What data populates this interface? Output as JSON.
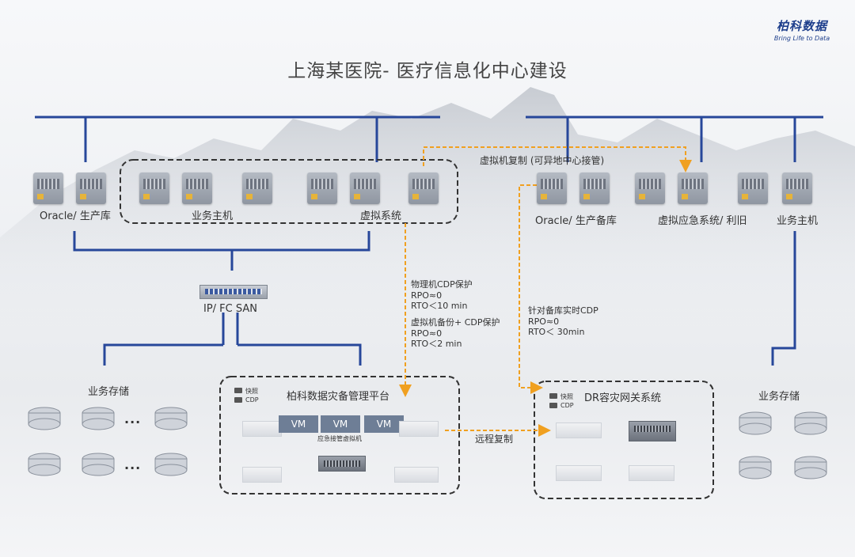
{
  "brand": {
    "name_cn": "柏科数据",
    "slogan": "Bring Life to Data"
  },
  "title": "上海某医院- 医疗信息化中心建设",
  "left_site": {
    "oracle_label": "Oracle/ 生产库",
    "business_host_label": "业务主机",
    "virtual_system_label": "虚拟系统",
    "san_label": "IP/ FC SAN",
    "storage_label": "业务存储"
  },
  "right_site": {
    "oracle_label": "Oracle/ 生产备库",
    "virtual_emergency_label": "虚拟应急系统/ 利旧",
    "business_host_label": "业务主机",
    "storage_label": "业务存储"
  },
  "annotations": {
    "vm_replication": "虚拟机复制 (可异地中心接管)",
    "physical_cdp": "物理机CDP保护\nRPO≈0\nRTO＜10 min",
    "vm_backup_cdp": "虚拟机备份+ CDP保护\nRPO≈0\nRTO＜2 min",
    "standby_cdp": "针对备库实时CDP\nRPO≈0\nRTO＜ 30min",
    "remote_replication": "远程复制"
  },
  "platform": {
    "title": "柏科数据灾备管理平台",
    "snapshot_label": "快照",
    "cdp_label": "CDP",
    "vm_label": "VM",
    "emergency_vm_label": "应急接管虚拟机"
  },
  "dr_gateway": {
    "title": "DR容灾网关系统",
    "snapshot_label": "快照",
    "cdp_label": "CDP"
  },
  "storage_dots": "···",
  "colors": {
    "network_line": "#27479a",
    "dashed_flow": "#f0a020",
    "box_border": "#333333",
    "vm_block": "#6e7e96"
  }
}
